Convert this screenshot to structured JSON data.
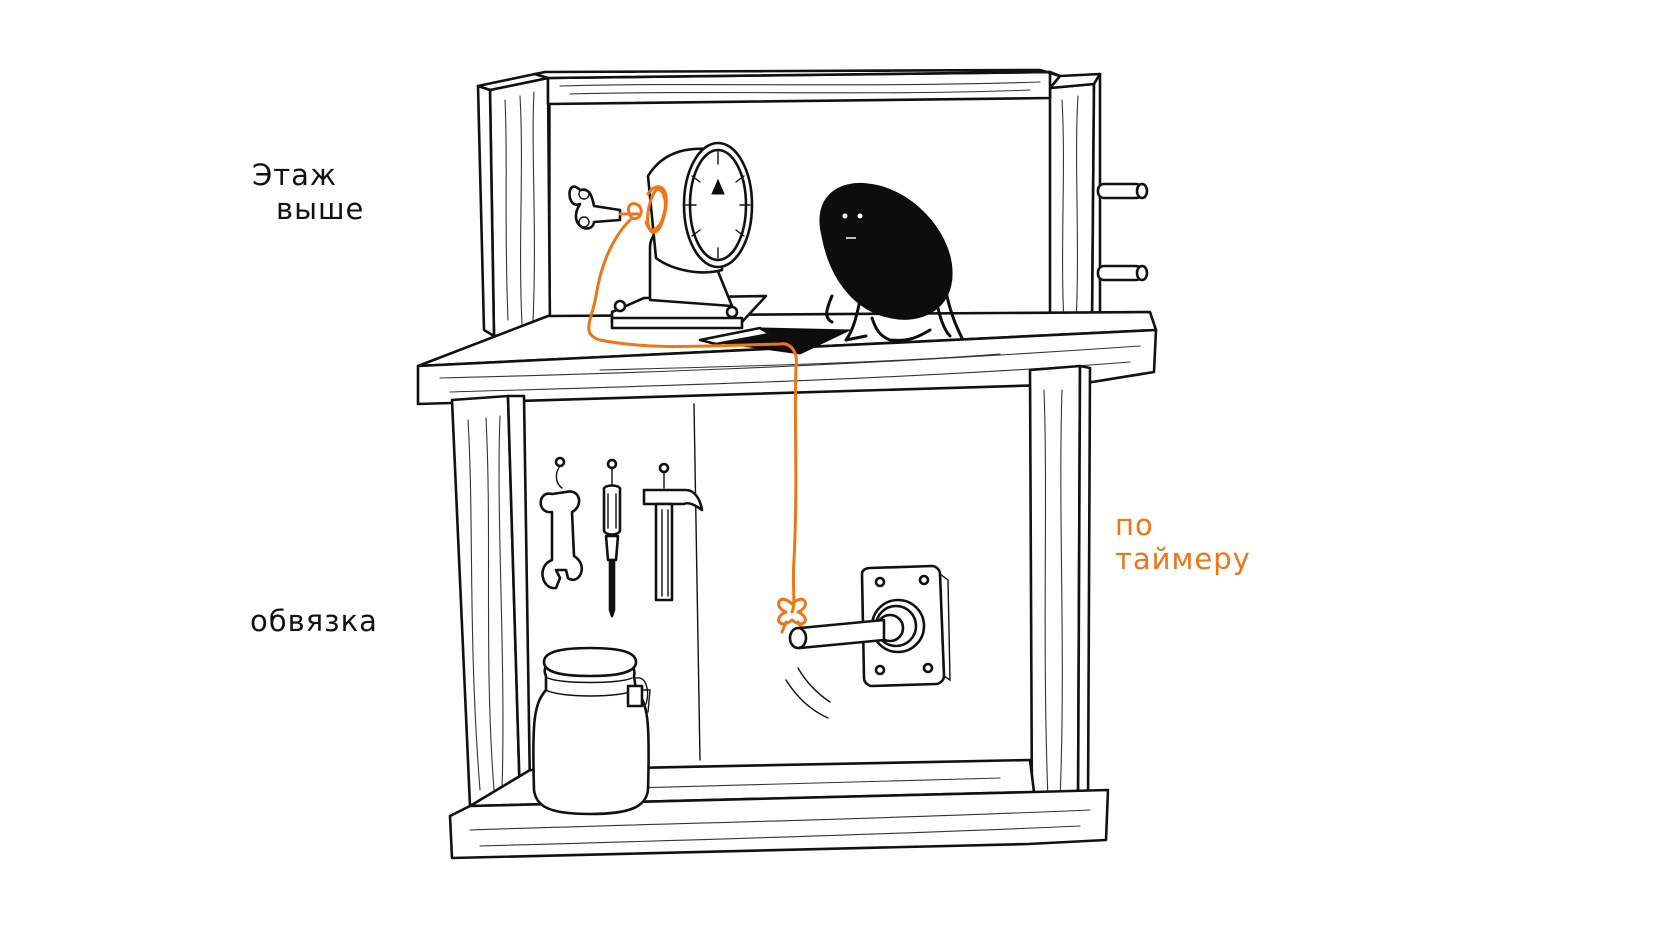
{
  "labels": {
    "floor_above": [
      "Этаж",
      "выше"
    ],
    "binding": "обвязка",
    "timer": [
      "по",
      "таймеру"
    ]
  },
  "colors": {
    "ink": "#111111",
    "accent": "#ee7518",
    "background": "#ffffff"
  },
  "icons": [
    "wind-up-timer-icon",
    "black-blob-creature-icon",
    "wrench-icon",
    "screwdriver-icon",
    "hammer-icon",
    "glass-jar-icon",
    "toggle-switch-icon",
    "orange-string-icon"
  ]
}
